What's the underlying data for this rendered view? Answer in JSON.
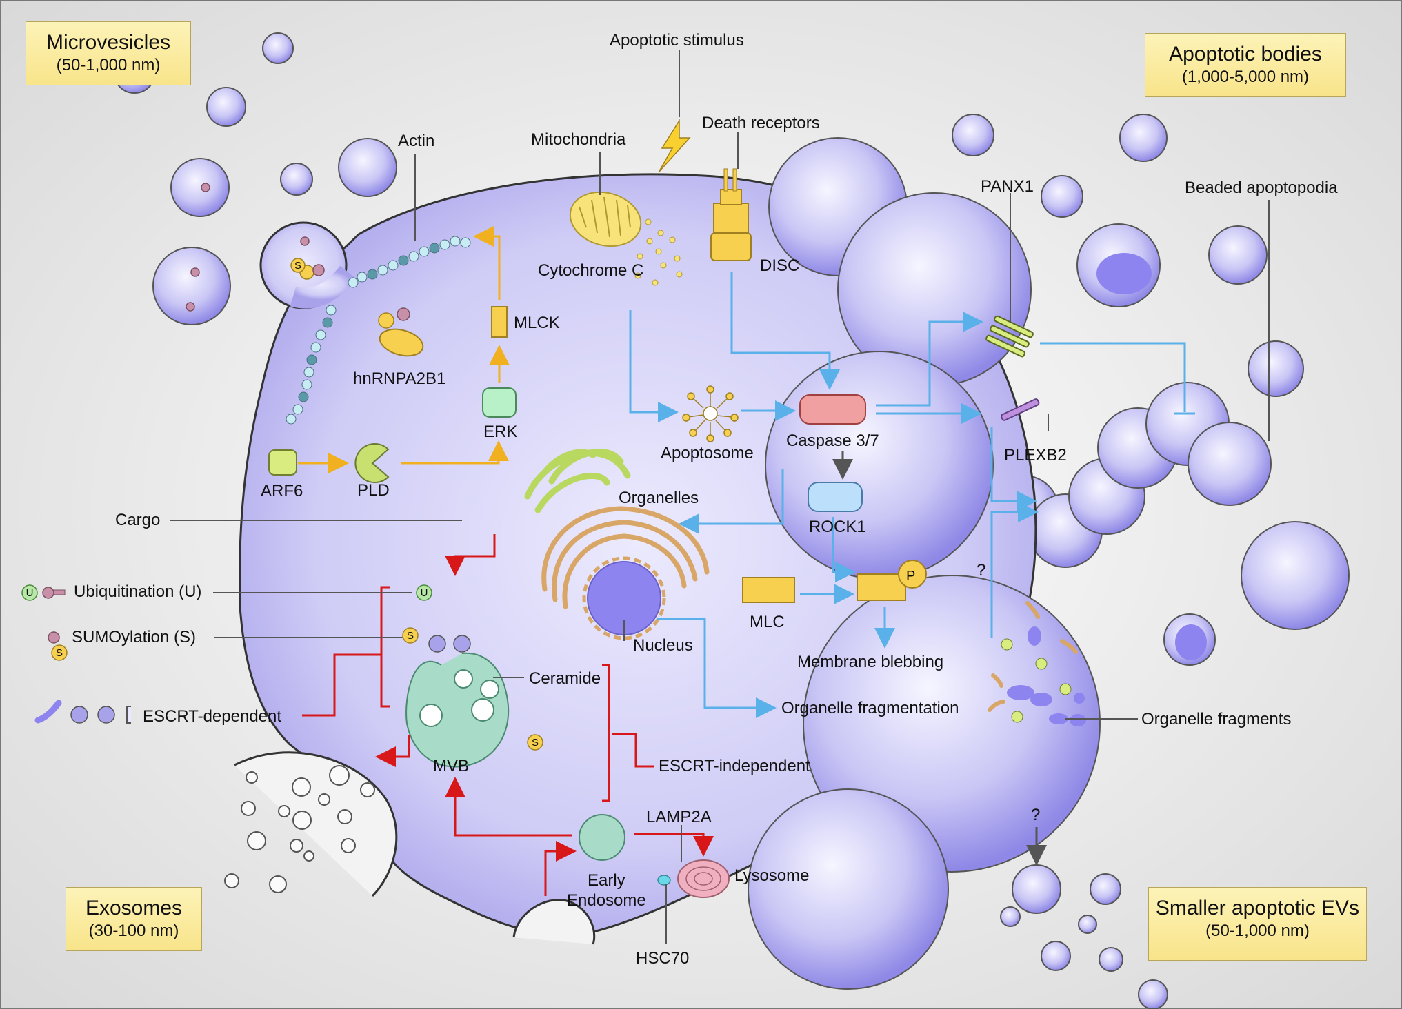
{
  "boxes": {
    "microvesicles": {
      "title": "Microvesicles",
      "size": "(50-1,000 nm)"
    },
    "apoptotic_bodies": {
      "title": "Apoptotic bodies",
      "size": "(1,000-5,000 nm)"
    },
    "exosomes": {
      "title": "Exosomes",
      "size": "(30-100 nm)"
    },
    "smaller_evs": {
      "title": "Smaller apoptotic EVs",
      "size": "(50-1,000 nm)"
    }
  },
  "labels": {
    "actin": "Actin",
    "mitochondria": "Mitochondria",
    "apoptotic_stimulus": "Apoptotic stimulus",
    "death_receptors": "Death receptors",
    "disc": "DISC",
    "cytochrome_c": "Cytochrome C",
    "mlck": "MLCK",
    "hnrnpa2b1": "hnRNPA2B1",
    "erk": "ERK",
    "arf6": "ARF6",
    "pld": "PLD",
    "apoptosome": "Apoptosome",
    "caspase": "Caspase 3/7",
    "rock1": "ROCK1",
    "organelles": "Organelles",
    "nucleus": "Nucleus",
    "mlc": "MLC",
    "p": "P",
    "membrane_blebbing": "Membrane blebbing",
    "organelle_fragmentation": "Organelle fragmentation",
    "organelle_fragments": "Organelle fragments",
    "panx1": "PANX1",
    "plexb2": "PLEXB2",
    "beaded_apoptopodia": "Beaded apoptopodia",
    "question1": "?",
    "question2": "?",
    "cargo": "Cargo",
    "ubiquitination": "Ubiquitination (U)",
    "sumoylation": "SUMOylation (S)",
    "escrt_dependent": "ESCRT-dependent",
    "escrt_independent": "ESCRT-independent",
    "ceramide": "Ceramide",
    "mvb": "MVB",
    "early_endosome_1": "Early",
    "early_endosome_2": "Endosome",
    "lamp2a": "LAMP2A",
    "lysosome": "Lysosome",
    "hsc70": "HSC70",
    "u": "U",
    "s": "S"
  },
  "colors": {
    "cell_fill": "#bcb8f0",
    "cell_stroke": "#3a3a3a",
    "signal_arrow": "#f0b020",
    "apoptosis_arrow": "#5ab0e8",
    "exosome_arrow": "#d81818",
    "leader_line": "#555555",
    "box_fill": "#fbe99e",
    "nucleus": "#8d84f0",
    "golgi": "#d8a666",
    "organelle_green": "#b8d860",
    "mvb": "#a8dcc8",
    "caspase": "#e87070",
    "rock1": "#a8d8f8",
    "mlc": "#f8d050",
    "erk": "#b8f0c8",
    "lysosome": "#f0b0c0"
  }
}
